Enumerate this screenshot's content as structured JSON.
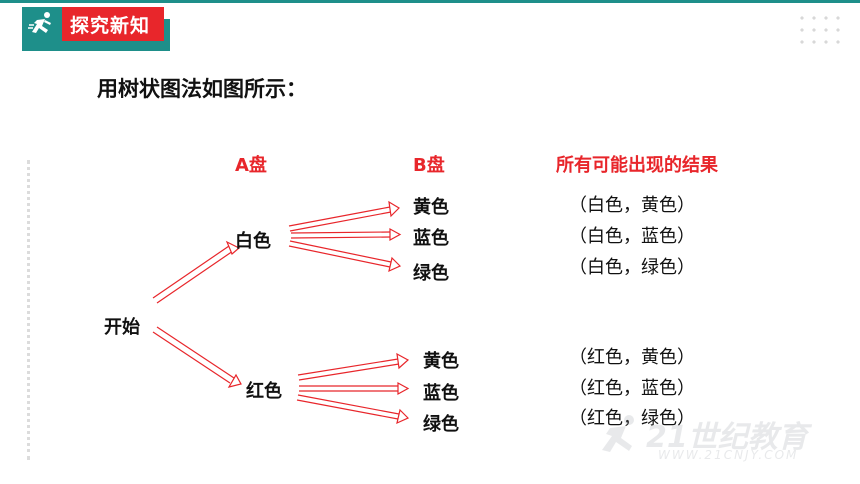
{
  "badge": {
    "title": "探究新知",
    "icon": "runner-icon",
    "colors": {
      "red": "#e8262b",
      "teal": "#1e8f8a"
    }
  },
  "intro": "用树状图法如图所示：",
  "headers": {
    "a": "A盘",
    "b": "B盘",
    "results": "所有可能出现的结果"
  },
  "tree": {
    "root": "开始",
    "level1": [
      "白色",
      "红色"
    ],
    "level2_white": [
      "黄色",
      "蓝色",
      "绿色"
    ],
    "level2_red": [
      "黄色",
      "蓝色",
      "绿色"
    ]
  },
  "results": [
    "（白色，黄色）",
    "（白色，蓝色）",
    "（白色，绿色）",
    "（红色，黄色）",
    "（红色，蓝色）",
    "（红色，绿色）"
  ],
  "watermark": {
    "main": "21世纪教育",
    "sub": "WWW.21CNJY.COM"
  },
  "arrow_color": "#e8262b"
}
